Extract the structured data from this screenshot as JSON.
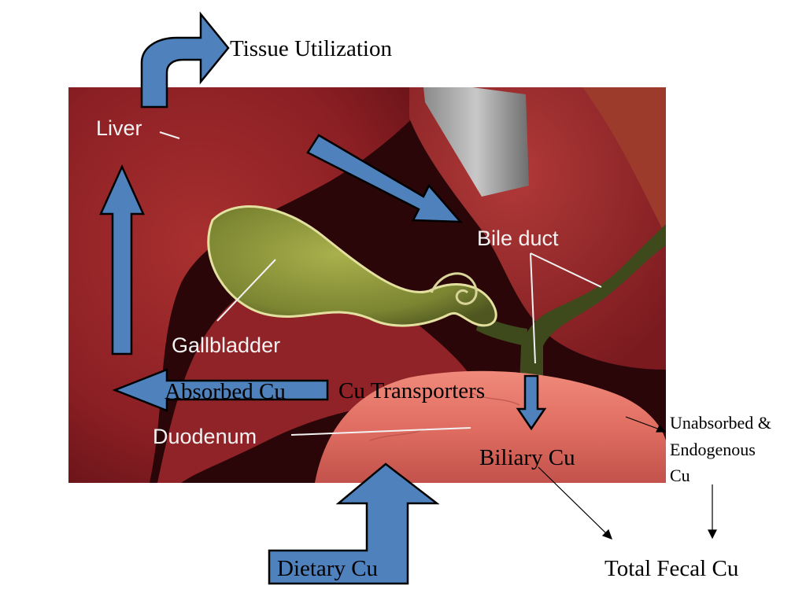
{
  "photo_labels": {
    "liver": "Liver",
    "bile_duct": "Bile duct",
    "gallbladder": "Gallbladder",
    "duodenum": "Duodenum"
  },
  "flow_labels": {
    "tissue_utilization": "Tissue Utilization",
    "absorbed_cu": "Absorbed Cu",
    "cu_transporters": "Cu Transporters",
    "biliary_cu": "Biliary Cu",
    "unabsorbed_line1": "Unabsorbed &",
    "unabsorbed_line2": "Endogenous",
    "unabsorbed_line3": "Cu",
    "total_fecal_cu": "Total Fecal Cu",
    "dietary_cu": "Dietary Cu"
  },
  "colors": {
    "arrow_fill": "#4f81bd",
    "tissue_red": "#8b1f24",
    "gallbladder_green": "#8f9a3c",
    "duodenum_pink": "#e07064"
  }
}
